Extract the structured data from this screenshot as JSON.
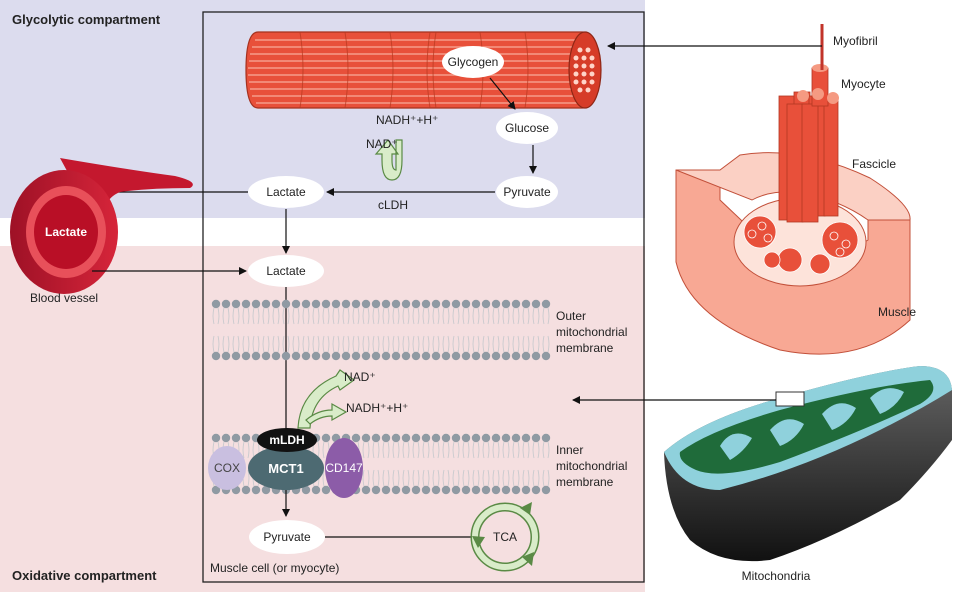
{
  "compartments": {
    "glycolytic": "Glycolytic compartment",
    "oxidative": "Oxidative compartment"
  },
  "cell_caption": "Muscle cell (or myocyte)",
  "nodes": {
    "glycogen": "Glycogen",
    "glucose": "Glucose",
    "pyruvate_top": "Pyruvate",
    "lactate_top": "Lactate",
    "lactate_mid": "Lactate",
    "pyruvate_bottom": "Pyruvate",
    "tca": "TCA"
  },
  "cofactors": {
    "nadh_top": "NADH⁺+H⁺",
    "nad_top": "NAD⁺",
    "nad_mid": "NAD⁺",
    "nadh_mid": "NADH⁺+H⁺"
  },
  "enzymes": {
    "cldh": "cLDH",
    "mldh": "mLDH",
    "mct1": "MCT1",
    "cd147": "CD147",
    "cox": "COX"
  },
  "membranes": {
    "outer": [
      "Outer",
      "mitochondrial",
      "membrane"
    ],
    "inner": [
      "Inner",
      "mitochondrial",
      "membrane"
    ]
  },
  "vessel": {
    "inner_label": "Lactate",
    "caption": "Blood vessel"
  },
  "anatomy": {
    "myofibril": "Myofibril",
    "myocyte": "Myocyte",
    "fascicle": "Fascicle",
    "muscle": "Muscle",
    "mitochondria": "Mitochondria"
  },
  "colors": {
    "glycolytic_bg": "#dcdcee",
    "oxidative_bg": "#f5dfe0",
    "muscle_red": "#e8503a",
    "muscle_light": "#f6b19e",
    "mito_green": "#1f6b3a",
    "mct1": "#4d6a72",
    "cd147": "#8c5ca8",
    "cox": "#c9bfe0",
    "arrow_green": "#d9ecc9",
    "membrane_bead": "#8f9aa3"
  }
}
